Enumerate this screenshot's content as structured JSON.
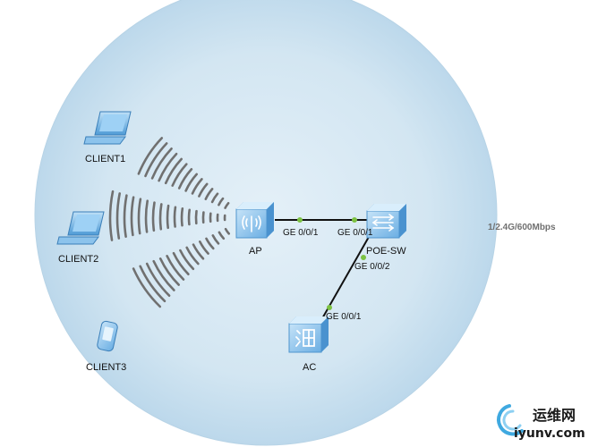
{
  "diagram": {
    "devices": {
      "client1": "CLIENT1",
      "client2": "CLIENT2",
      "client3": "CLIENT3",
      "ap": "AP",
      "poe_sw": "POE-SW",
      "ac": "AC"
    },
    "ports": {
      "ap_ge": "GE 0/0/1",
      "sw_ge_ap": "GE 0/0/1",
      "sw_ge_ac": "GE 0/0/2",
      "ac_ge": "GE 0/0/1"
    },
    "rate_note": "1/2.4G/600Mbps",
    "colors": {
      "coverage": "#c9e0ef",
      "device": "#8cc3ec",
      "link_dot": "#7cc242",
      "signal": "#707070"
    }
  },
  "watermark": {
    "cn": "运维网",
    "en": "iyunv.com"
  }
}
